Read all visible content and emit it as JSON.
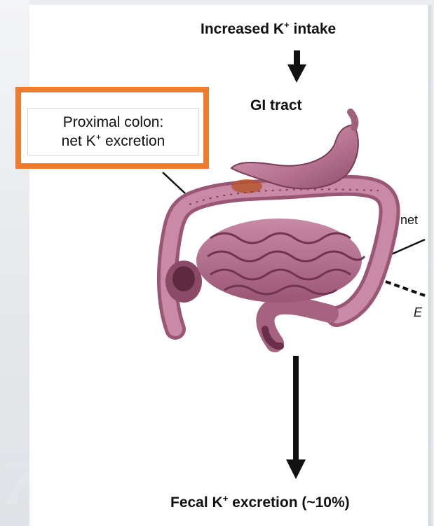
{
  "diagram": {
    "top_label": "Increased K",
    "top_label_sup": "+",
    "top_label_after": " intake",
    "organ_label": "GI tract",
    "callout_line1": "Proximal colon:",
    "callout_line2_pre": "net K",
    "callout_line2_sup": "+",
    "callout_line2_post": " excretion",
    "right_cut_label": "net",
    "right_cut_label2": "E",
    "bottom_label_pre": "Fecal K",
    "bottom_label_sup": "+",
    "bottom_label_post": " excretion (~10%)"
  },
  "colors": {
    "callout_border": "#ee7b2e",
    "organ_pink": "#b5738f",
    "organ_dark": "#7a3d55",
    "arrow": "#111111"
  }
}
